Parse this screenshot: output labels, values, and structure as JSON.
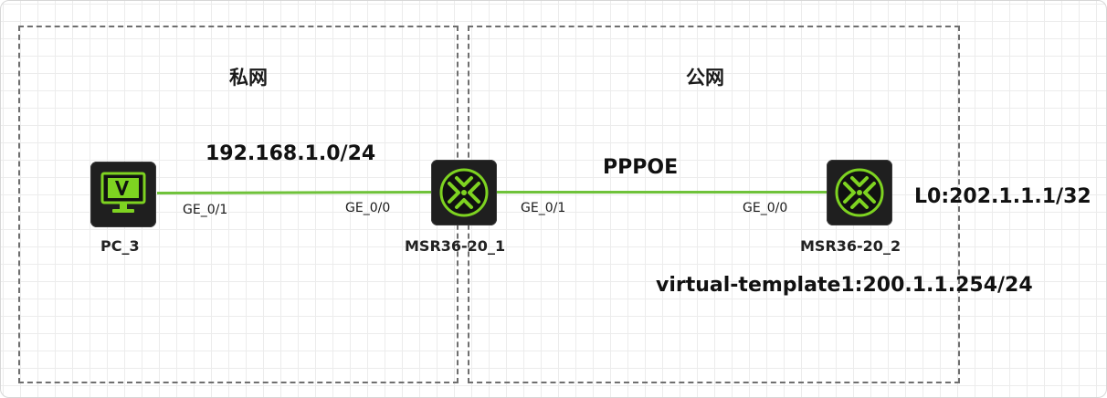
{
  "zones": {
    "private": {
      "title": "私网"
    },
    "public": {
      "title": "公网"
    }
  },
  "devices": {
    "pc": {
      "name": "PC_3",
      "icon": "monitor-icon"
    },
    "router1": {
      "name": "MSR36-20_1",
      "icon": "router-icon"
    },
    "router2": {
      "name": "MSR36-20_2",
      "icon": "router-icon"
    }
  },
  "links": {
    "link1": {
      "label": "192.168.1.0/24",
      "port_a": "GE_0/1",
      "port_b": "GE_0/0"
    },
    "link2": {
      "label": "PPPOE",
      "port_a": "GE_0/1",
      "port_b": "GE_0/0"
    }
  },
  "annotations": {
    "loopback": "L0:202.1.1.1/32",
    "virtual_template": "virtual-template1:200.1.1.254/24"
  },
  "colors": {
    "link": "#6fc23a",
    "device_glyph": "#7ed321",
    "device_body": "#1f1f1f"
  }
}
